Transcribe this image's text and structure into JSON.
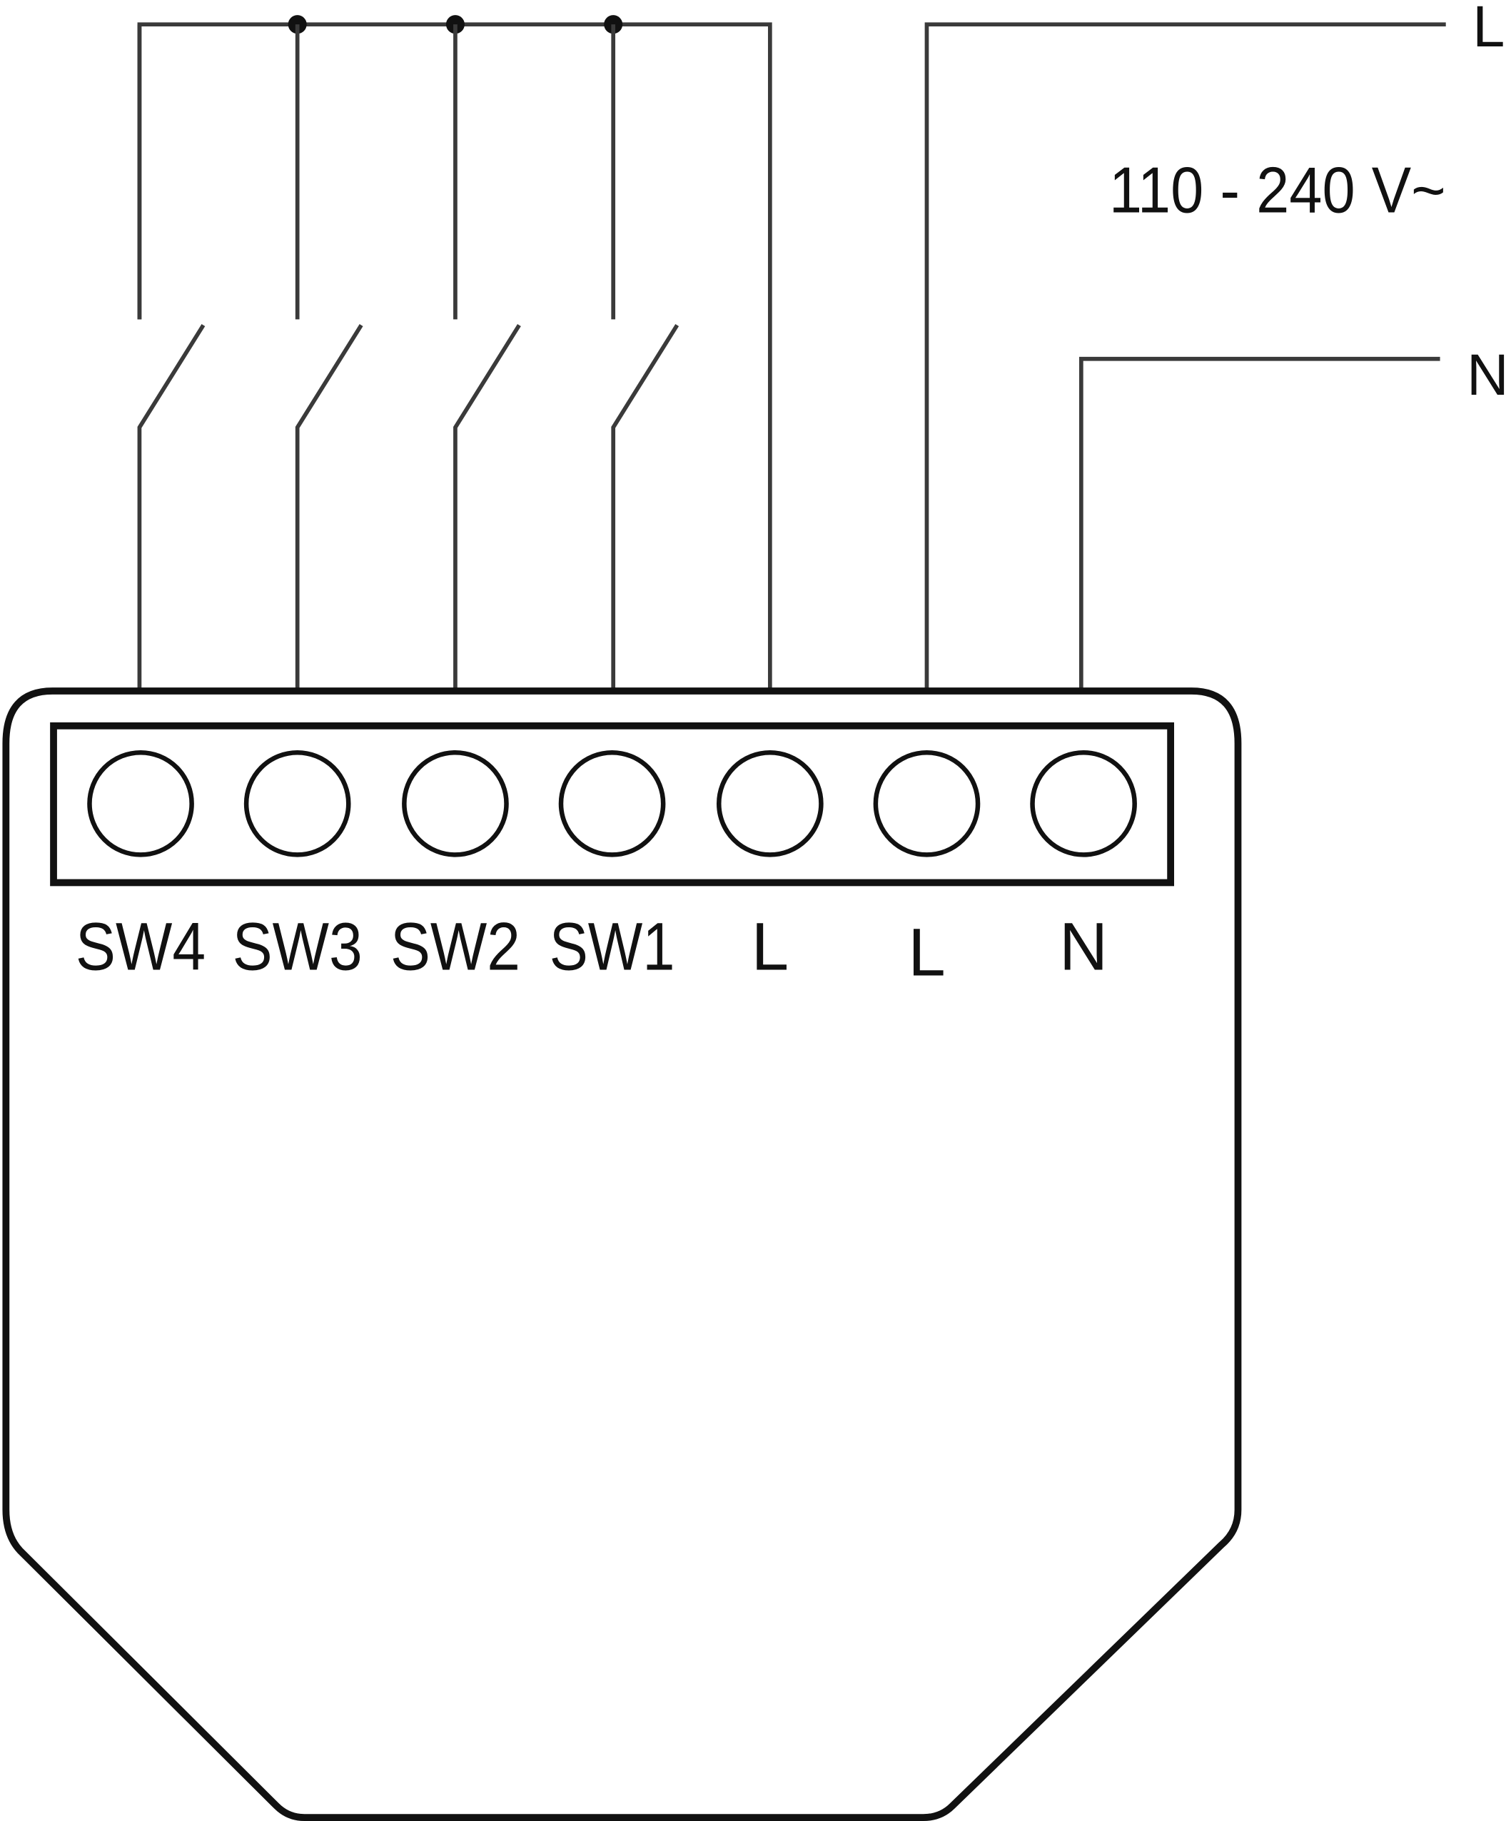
{
  "diagram": {
    "supply_voltage": "110 - 240 V~",
    "supply_lines": {
      "live": "L",
      "neutral": "N"
    },
    "terminals": [
      {
        "label": "SW4"
      },
      {
        "label": "SW3"
      },
      {
        "label": "SW2"
      },
      {
        "label": "SW1"
      },
      {
        "label": "L"
      },
      {
        "label": "L"
      },
      {
        "label": "N"
      }
    ],
    "switches": [
      "SW4",
      "SW3",
      "SW2",
      "SW1"
    ],
    "colors": {
      "line": "#111111",
      "background": "#ffffff"
    }
  }
}
